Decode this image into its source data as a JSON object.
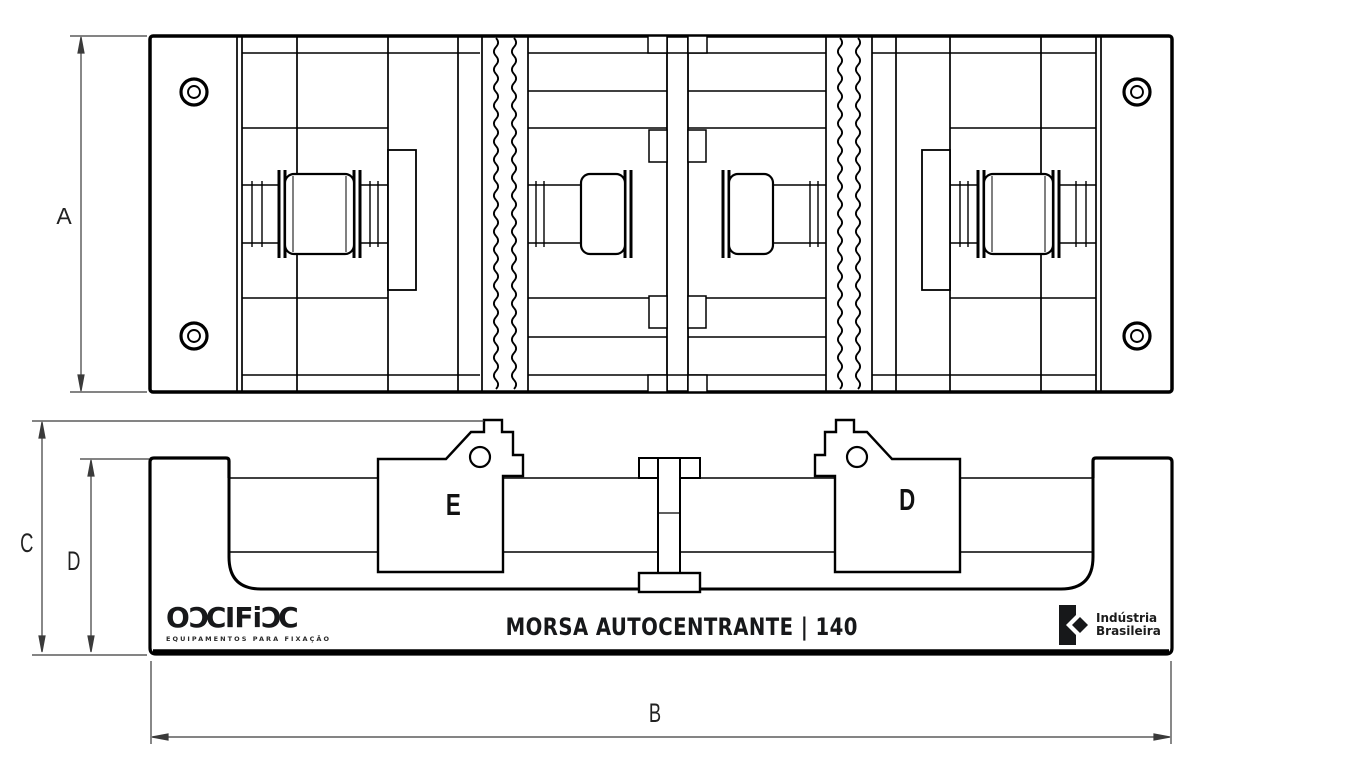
{
  "page": {
    "background": "#ffffff",
    "line_color": "#000000",
    "dim_color": "#3a3a3a"
  },
  "drawing": {
    "product_title": "MORSA AUTOCENTRANTE | 140",
    "views": {
      "top_view": "plan view of self-centering vise",
      "side_view": "front elevation of self-centering vise"
    }
  },
  "labels": {
    "dim_a": "A",
    "dim_b": "B",
    "dim_c": "C",
    "dim_d": "D",
    "jaw_left": "E",
    "jaw_right": "D"
  },
  "brand": {
    "name": "OXIFIX",
    "logo_glyphs": [
      "O",
      "ƆC",
      "I",
      "F",
      "i",
      "ƆC"
    ],
    "tagline": "EQUIPAMENTOS PARA FIXAÇÃO"
  },
  "origin": {
    "line1": "Indústria",
    "line2": "Brasileira"
  }
}
